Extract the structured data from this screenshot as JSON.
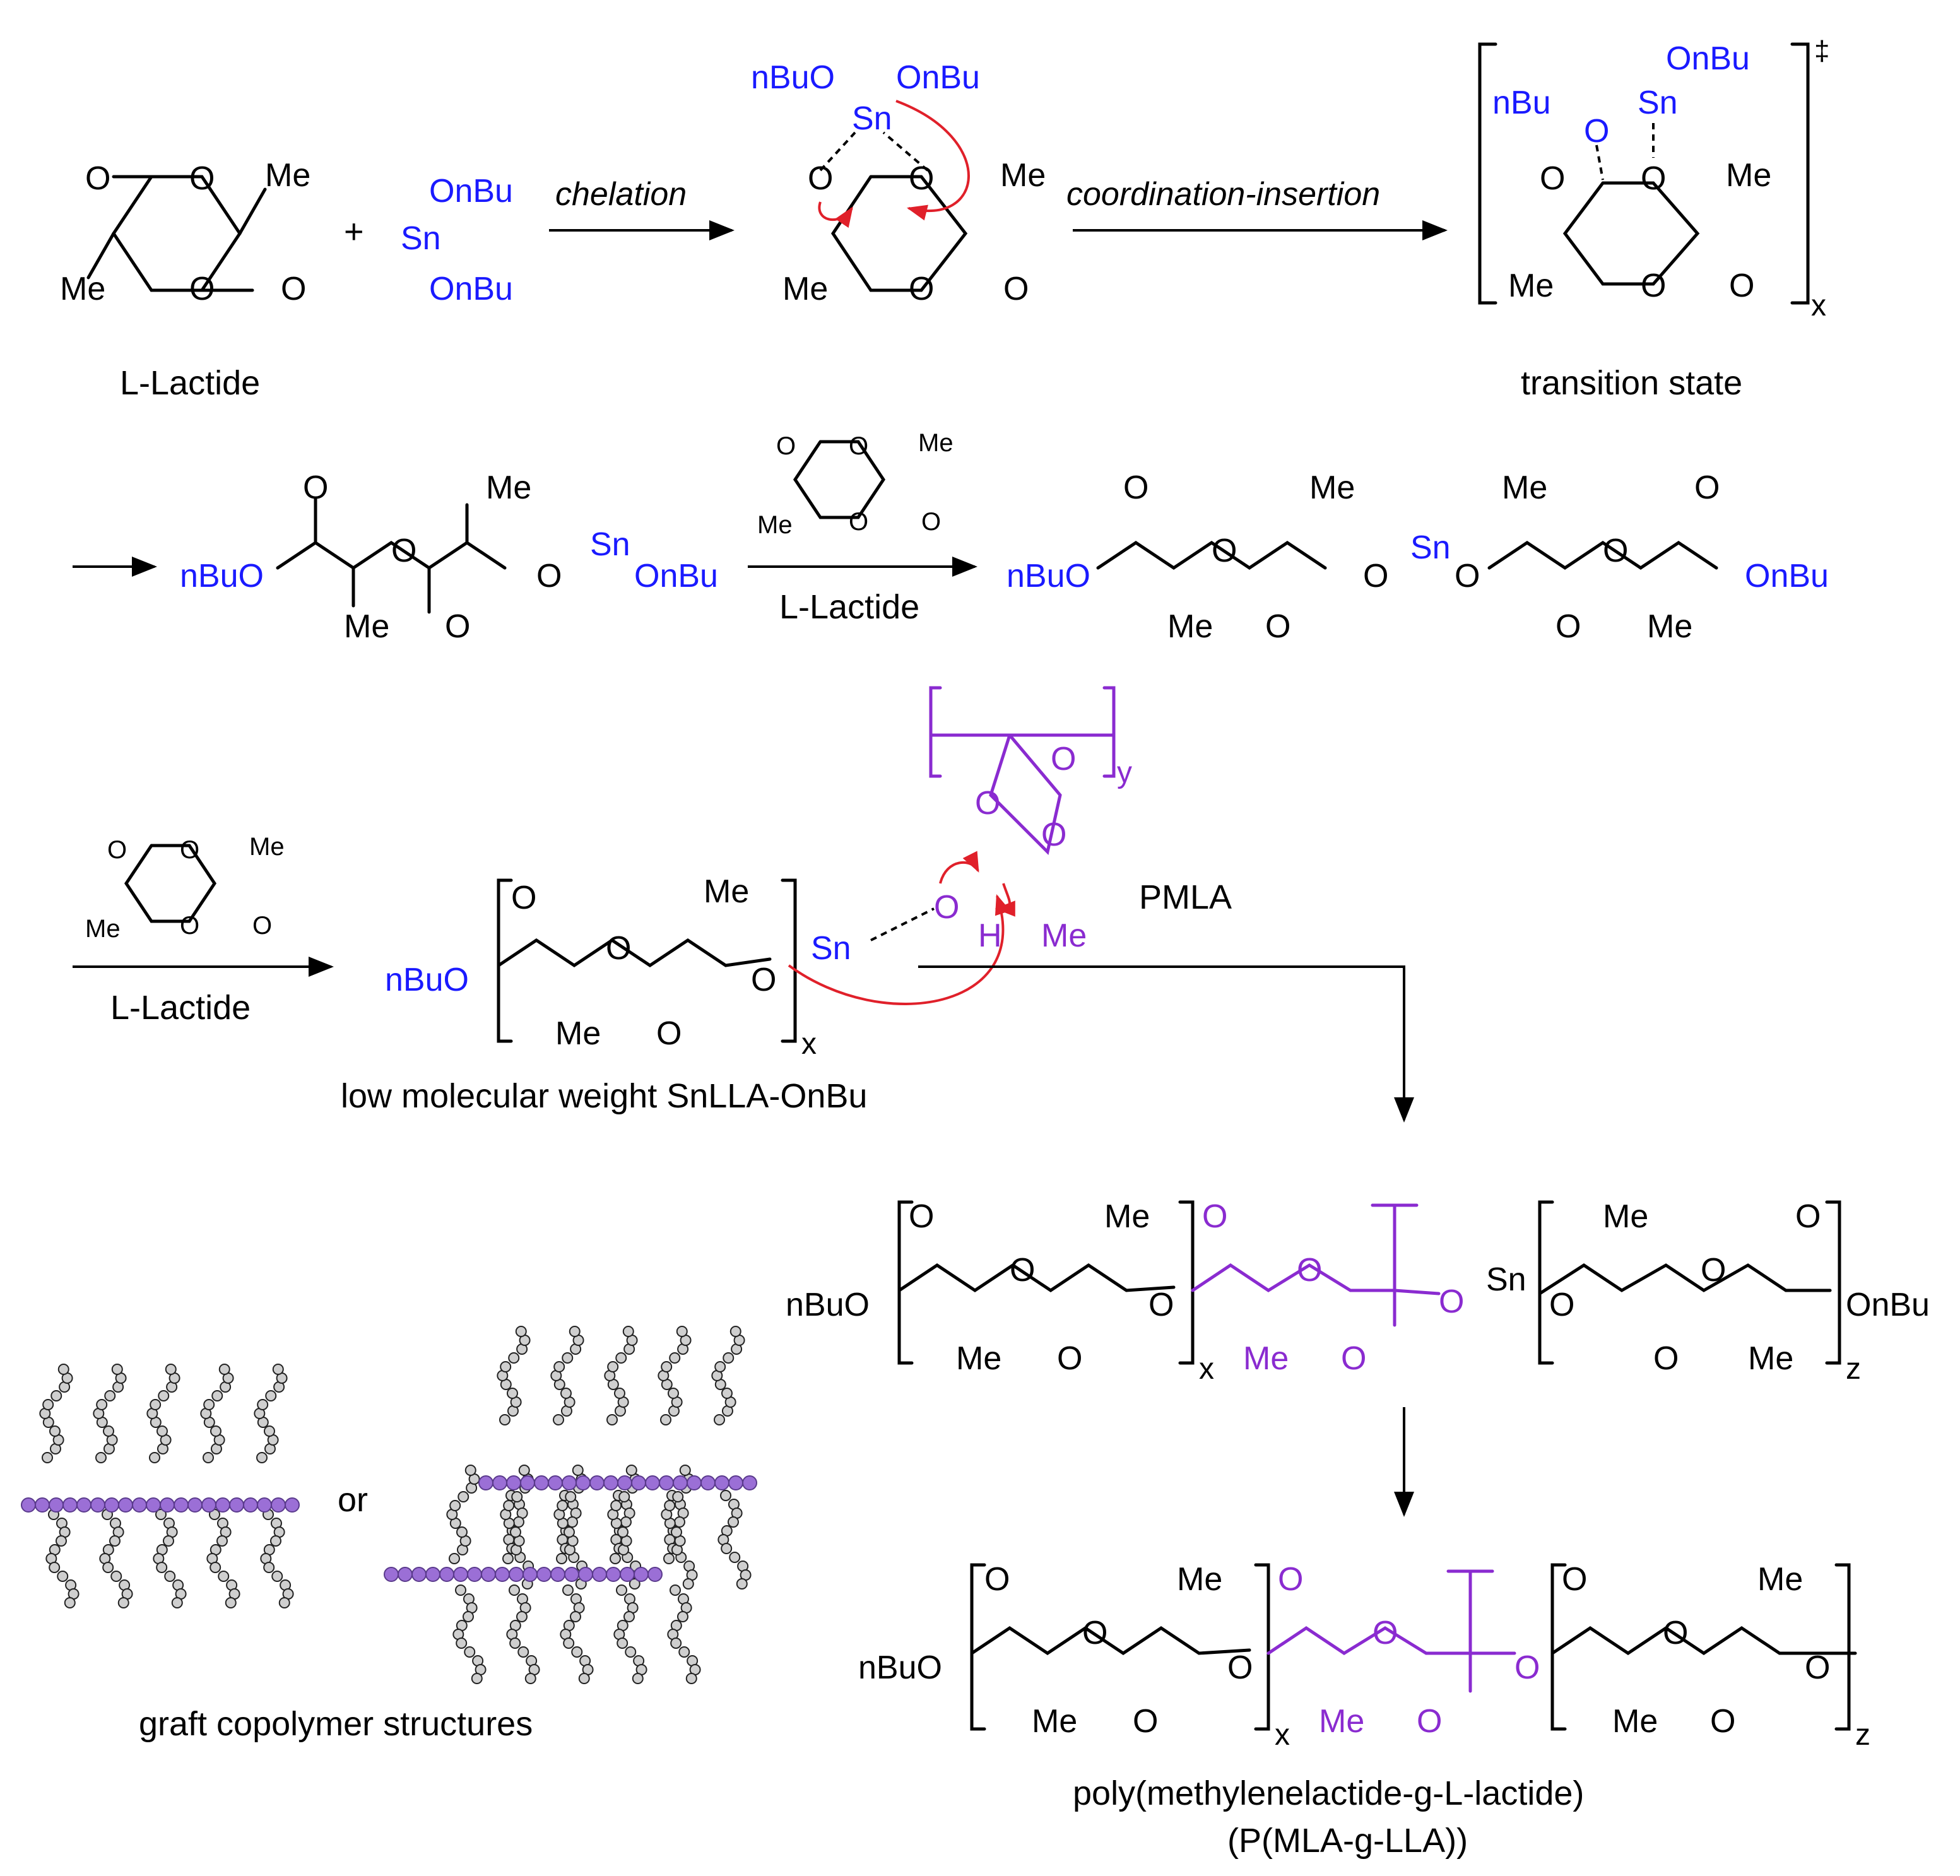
{
  "labels": {
    "l_lactide": "L-Lactide",
    "transition_state": "transition state",
    "chelation": "chelation",
    "coordination_insertion": "coordination-insertion",
    "l_lactide_reagent_1": "L-Lactide",
    "l_lactide_reagent_2": "L-Lactide",
    "pmla": "PMLA",
    "low_mw": "low molecular weight SnLLA-OnBu",
    "graft_structures": "graft copolymer structures",
    "or": "or",
    "product_name_1": "poly(methylenelactide-g-L-lactide)",
    "product_name_2": "(P(MLA-g-LLA))",
    "dagger": "‡",
    "plus": "+"
  },
  "atoms": {
    "O": "O",
    "Me": "Me",
    "Sn": "Sn",
    "H": "H",
    "OnBu": "OnBu",
    "nBuO": "nBuO",
    "nBu": "nBu",
    "x": "x",
    "y": "y",
    "z": "z"
  },
  "colors": {
    "reagent": "#1a1aff",
    "pmla": "#8a2bd0",
    "arrow_push": "#e0202a"
  }
}
